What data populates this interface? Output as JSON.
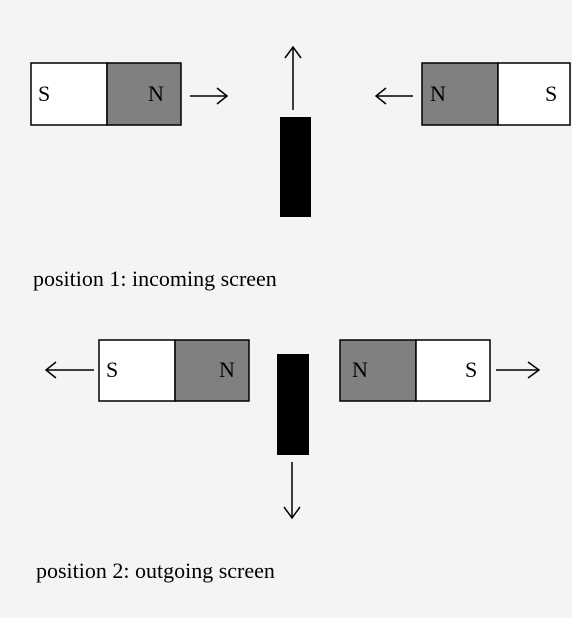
{
  "colors": {
    "background": "#f4f4f4",
    "north_pole": "#808080",
    "south_pole": "#ffffff",
    "screen": "#000000",
    "outline": "#000000"
  },
  "position_1": {
    "caption": "position 1: incoming screen",
    "left_magnet": {
      "left_pole": "S",
      "right_pole": "N",
      "motion": "right-arrow"
    },
    "right_magnet": {
      "left_pole": "N",
      "right_pole": "S",
      "motion": "left-arrow"
    },
    "screen_motion": "up-arrow"
  },
  "position_2": {
    "caption": "position 2: outgoing screen",
    "left_magnet": {
      "left_pole": "S",
      "right_pole": "N",
      "motion": "left-arrow"
    },
    "right_magnet": {
      "left_pole": "N",
      "right_pole": "S",
      "motion": "right-arrow"
    },
    "screen_motion": "down-arrow"
  }
}
